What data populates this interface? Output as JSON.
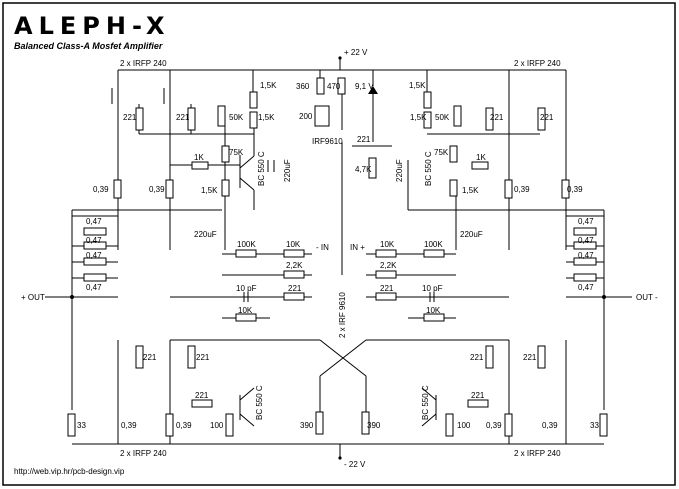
{
  "title": "ALEPH-X",
  "subtitle": "Balanced Class-A Mosfet Amplifier",
  "footer_url": "http://web.vip.hr/pcb-design.vip",
  "supply": {
    "pos": "+ 22 V",
    "neg": "- 22 V"
  },
  "io": {
    "out_pos": "+ OUT",
    "out_neg": "OUT -",
    "in_neg": "- IN",
    "in_pos": "IN +"
  },
  "transistors": {
    "irfp_top_left": "2 x IRFP 240",
    "irfp_top_right": "2 x IRFP 240",
    "irfp_bot_left": "2 x IRFP 240",
    "irfp_bot_right": "2 x IRFP 240",
    "irf9610_single": "IRF9610",
    "irf9610_pair": "2 x IRF 9610",
    "bc_tl": "BC 550 C",
    "bc_tr": "BC 550 C",
    "bc_bl": "BC 550 C",
    "bc_br": "BC 550 C"
  },
  "values": {
    "r221": "221",
    "r15k": "1,5K",
    "r50k": "50K",
    "r75k": "75K",
    "r1k": "1K",
    "r039": "0,39",
    "r047": "0,47",
    "r360": "360",
    "r470": "470",
    "r200": "200",
    "r47k": "4,7K",
    "zener": "9,1 V",
    "c220": "220uF",
    "r100k": "100K",
    "r10k": "10K",
    "r22k": "2,2K",
    "c10p": "10 pF",
    "r33": "33",
    "r100": "100",
    "r390": "390"
  }
}
